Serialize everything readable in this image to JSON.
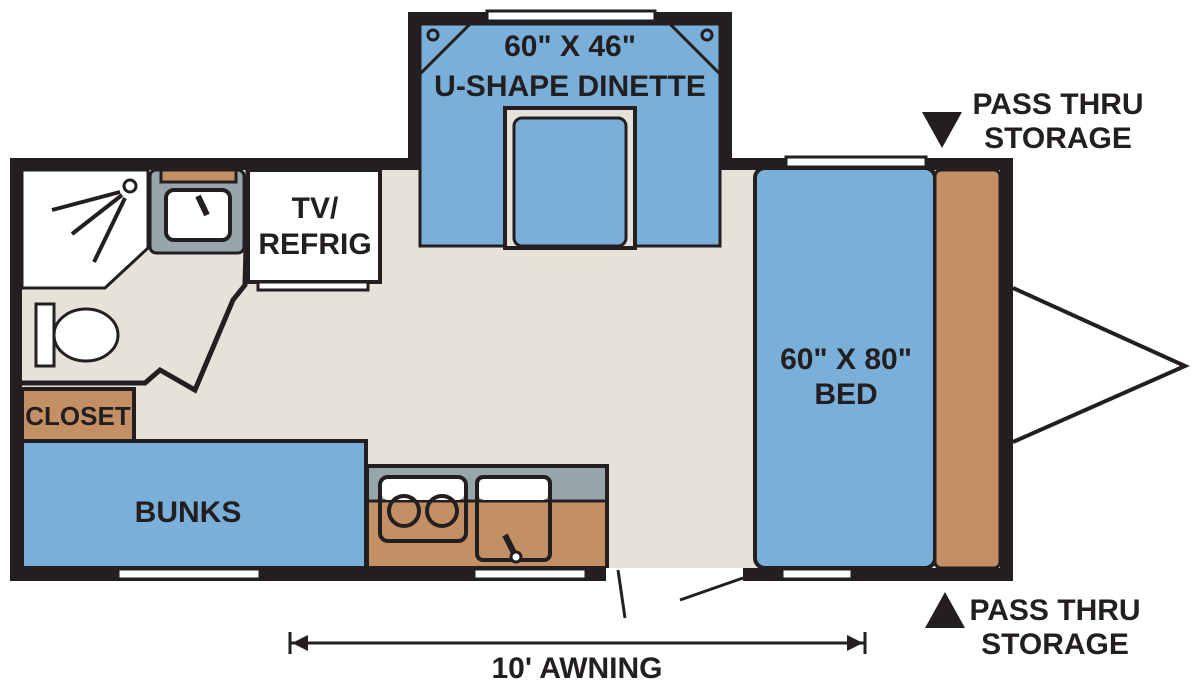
{
  "labels": {
    "dinette": [
      "60\" X 46\"",
      "U-SHAPE DINETTE"
    ],
    "tv": [
      "TV/",
      "REFRIG"
    ],
    "closet": "CLOSET",
    "bunks": "BUNKS",
    "bed": [
      "60\" X 80\"",
      "BED"
    ],
    "storage_top": [
      "PASS THRU",
      "STORAGE"
    ],
    "storage_bottom": [
      "PASS THRU",
      "STORAGE"
    ],
    "awning": "10' AWNING"
  },
  "colors": {
    "floor": "#e5e2da",
    "blue": "#79afd8",
    "brown": "#c39066",
    "gray": "#97a6ab",
    "wall": "#231f20"
  }
}
